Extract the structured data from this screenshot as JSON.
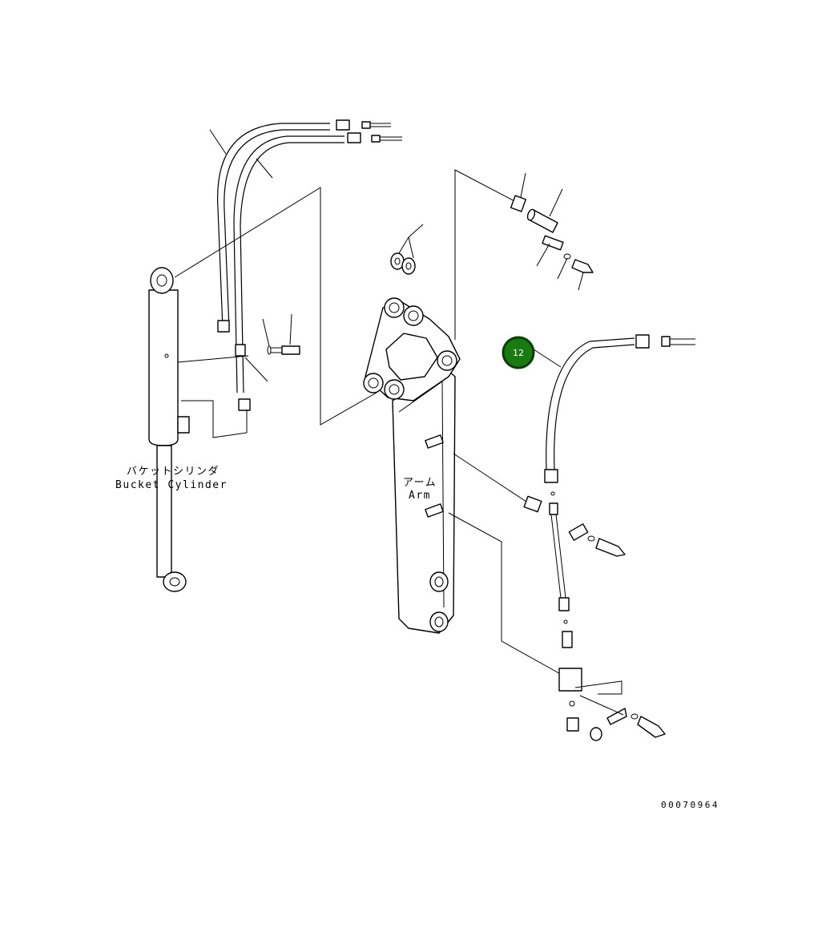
{
  "labels": {
    "bucket_cylinder_jp": "バケットシリンダ",
    "bucket_cylinder_en": "Bucket Cylinder",
    "arm_jp": "アーム",
    "arm_en": "Arm"
  },
  "callout": {
    "number": "12",
    "color": "#1a7a12",
    "border_color": "#0b3d08"
  },
  "drawing_code": "00070964"
}
